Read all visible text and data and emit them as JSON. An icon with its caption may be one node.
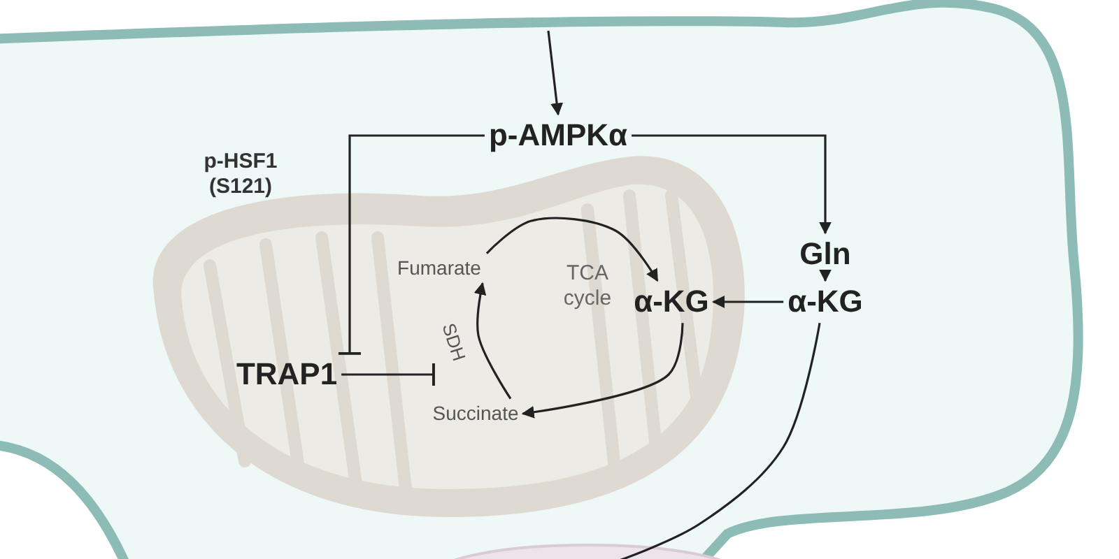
{
  "diagram": {
    "nodes": [
      {
        "text": [
          "p-AMPKα"
        ]
      },
      {
        "text": [
          "Gln"
        ]
      },
      {
        "text": [
          "α-KG"
        ]
      },
      {
        "text": [
          "α-KG"
        ]
      },
      {
        "text": [
          "TRAP1"
        ]
      },
      {
        "text": [
          "Fumarate"
        ]
      },
      {
        "text": [
          "Succinate"
        ]
      },
      {
        "text": [
          "SDH"
        ]
      }
    ],
    "edges": [
      {
        "from": null,
        "to": 0,
        "arrow": "to"
      },
      {
        "from": 0,
        "to": 4,
        "arrow": "other",
        "label": "p-HSF1 (S121)"
      },
      {
        "from": 0,
        "to": 1,
        "arrow": "to"
      },
      {
        "from": 1,
        "to": 2,
        "arrow": "to"
      },
      {
        "from": 2,
        "to": 3,
        "arrow": "to"
      },
      {
        "from": 4,
        "to": 7,
        "arrow": "other"
      },
      {
        "from": 5,
        "to": 3,
        "arrow": "to"
      },
      {
        "from": 3,
        "to": 6,
        "arrow": "to"
      },
      {
        "from": 6,
        "to": 5,
        "arrow": "to"
      },
      {
        "from": 2,
        "to": null,
        "arrow": "none"
      }
    ],
    "labels": [
      "TCA cycle"
    ]
  }
}
